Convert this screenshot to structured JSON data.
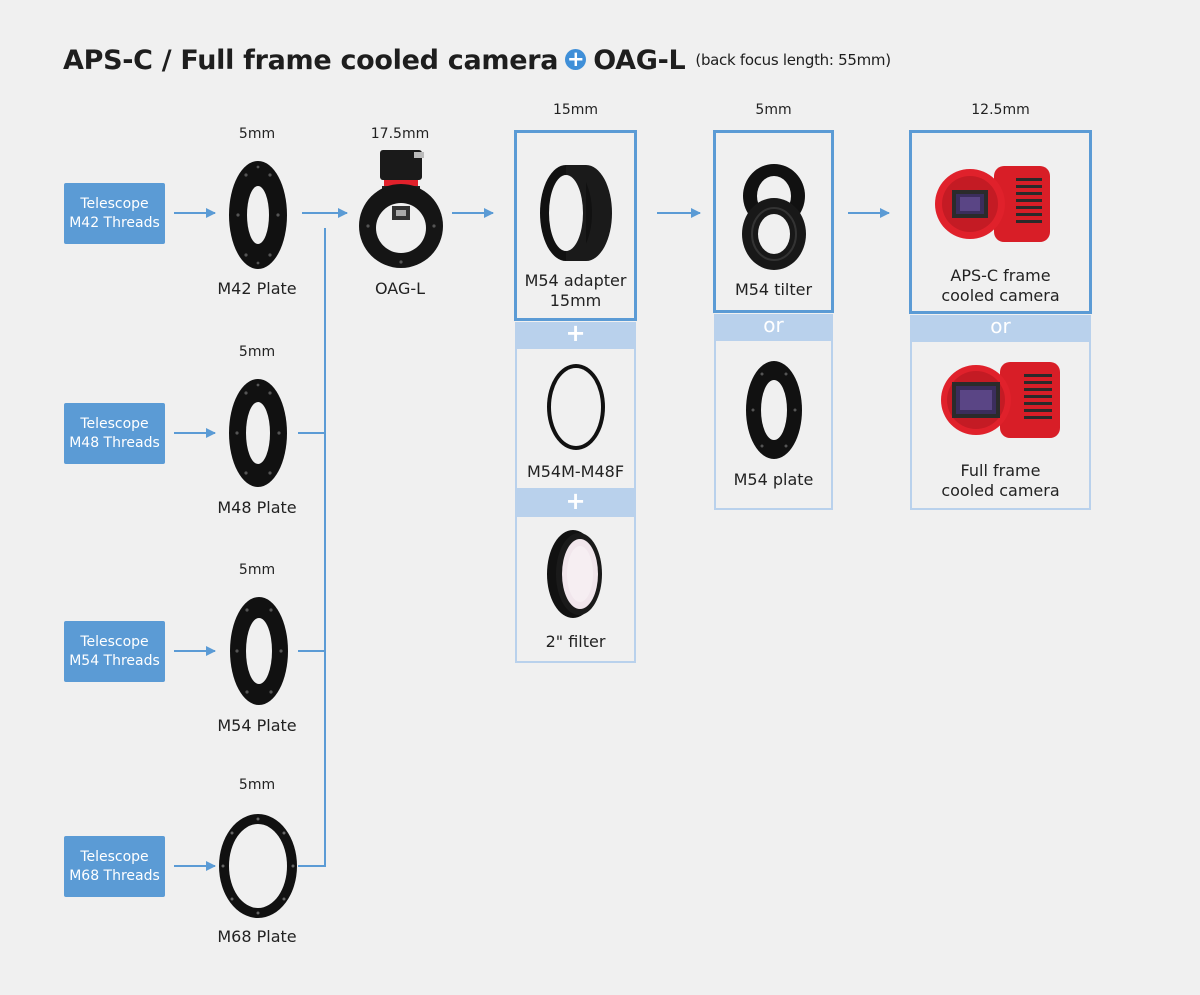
{
  "title": {
    "part1": "APS-C / Full frame cooled camera",
    "part2": "OAG-L",
    "note": "(back focus length: 55mm)"
  },
  "telescopes": [
    {
      "line1": "Telescope",
      "line2": "M42 Threads"
    },
    {
      "line1": "Telescope",
      "line2": "M48 Threads"
    },
    {
      "line1": "Telescope",
      "line2": "M54 Threads"
    },
    {
      "line1": "Telescope",
      "line2": "M68 Threads"
    }
  ],
  "plates": [
    {
      "dim": "5mm",
      "label": "M42 Plate"
    },
    {
      "dim": "5mm",
      "label": "M48 Plate"
    },
    {
      "dim": "5mm",
      "label": "M54 Plate"
    },
    {
      "dim": "5mm",
      "label": "M68 Plate"
    }
  ],
  "oag": {
    "dim": "17.5mm",
    "label": "OAG-L"
  },
  "adapter_column": {
    "dim": "15mm",
    "main_line1": "M54 adapter",
    "main_line2": "15mm",
    "sep1": "+",
    "second": "M54M-M48F",
    "sep2": "+",
    "third": "2\" filter"
  },
  "tilter_column": {
    "dim": "5mm",
    "main": "M54 tilter",
    "sep": "or",
    "alt": "M54 plate"
  },
  "camera_column": {
    "dim": "12.5mm",
    "main_line1": "APS-C frame",
    "main_line2": "cooled camera",
    "sep": "or",
    "alt_line1": "Full frame",
    "alt_line2": "cooled camera"
  },
  "colors": {
    "accent": "#5b9bd5",
    "light": "#b9d1ec",
    "camera_red": "#e0212b"
  }
}
